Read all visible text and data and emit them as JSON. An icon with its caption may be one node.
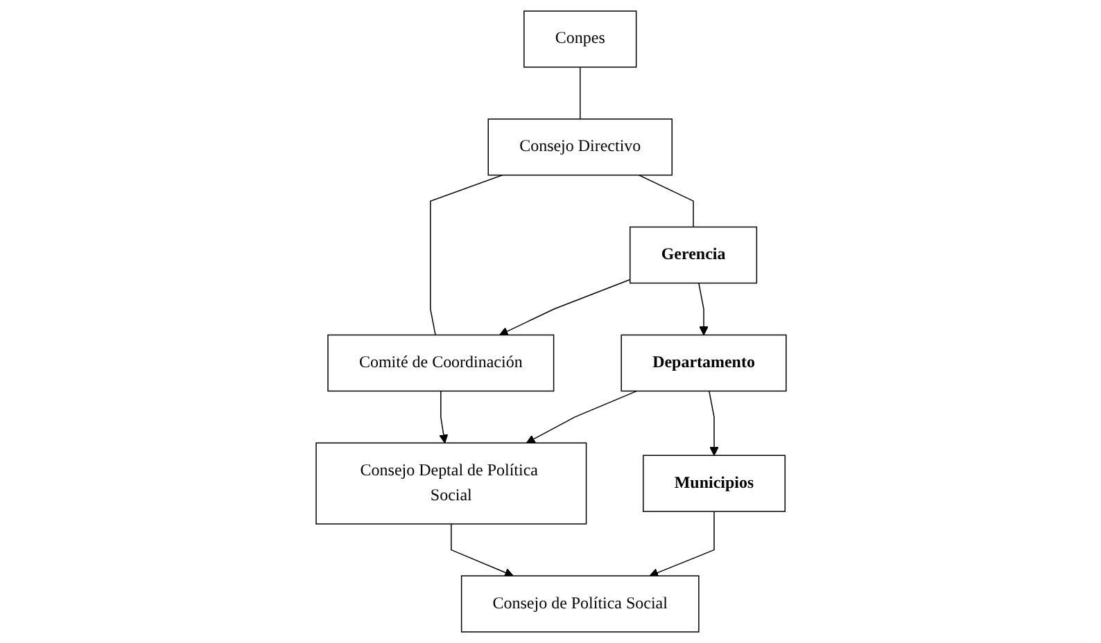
{
  "diagram": {
    "nodes": [
      {
        "text": [
          "Conpes"
        ]
      },
      {
        "text": [
          "Consejo Directivo"
        ]
      },
      {
        "text": [
          "Gerencia"
        ]
      },
      {
        "text": [
          "Comité de Coordinación"
        ]
      },
      {
        "text": [
          "Departamento"
        ]
      },
      {
        "text": [
          "Consejo Deptal de Política Social"
        ]
      },
      {
        "text": [
          "Municipios"
        ]
      },
      {
        "text": [
          "Consejo de Política Social"
        ]
      }
    ],
    "edges": [
      {
        "from": 0,
        "to": 1,
        "arrow": "none"
      },
      {
        "from": 1,
        "to": 2,
        "arrow": "none"
      },
      {
        "from": 1,
        "to": 3,
        "arrow": "none"
      },
      {
        "from": 2,
        "to": 3,
        "arrow": "to"
      },
      {
        "from": 2,
        "to": 4,
        "arrow": "to"
      },
      {
        "from": 3,
        "to": 5,
        "arrow": "to"
      },
      {
        "from": 4,
        "to": 5,
        "arrow": "to"
      },
      {
        "from": 4,
        "to": 6,
        "arrow": "to"
      },
      {
        "from": 5,
        "to": 7,
        "arrow": "to"
      },
      {
        "from": 6,
        "to": 7,
        "arrow": "to"
      }
    ]
  }
}
